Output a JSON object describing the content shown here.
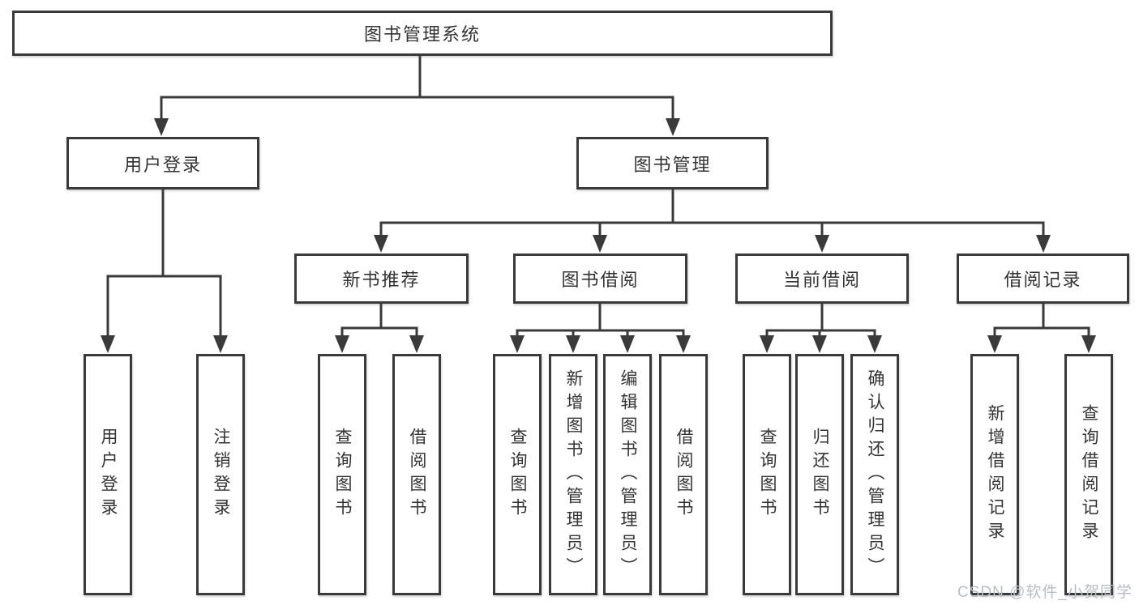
{
  "diagram": {
    "title": "图书管理系统",
    "branches": [
      {
        "label": "用户登录",
        "children": [
          "用户登录",
          "注销登录"
        ]
      },
      {
        "label": "图书管理"
      }
    ],
    "modules": [
      {
        "label": "新书推荐",
        "children": [
          "查询图书",
          "借阅图书"
        ]
      },
      {
        "label": "图书借阅",
        "children": [
          "查询图书",
          "新增图书（管理员）",
          "编辑图书（管理员）",
          "借阅图书"
        ]
      },
      {
        "label": "当前借阅",
        "children": [
          "查询图书",
          "归还图书",
          "确认归还（管理员）"
        ]
      },
      {
        "label": "借阅记录",
        "children": [
          "新增借阅记录",
          "查询借阅记录"
        ]
      }
    ]
  },
  "watermark": {
    "text": "CSDN @软件_小贺同学"
  },
  "colors": {
    "line": "#3a3a3a",
    "text": "#333333",
    "box_background": "#ffffff",
    "watermark": "#b9bdc4",
    "page_background": "#ffffff"
  }
}
